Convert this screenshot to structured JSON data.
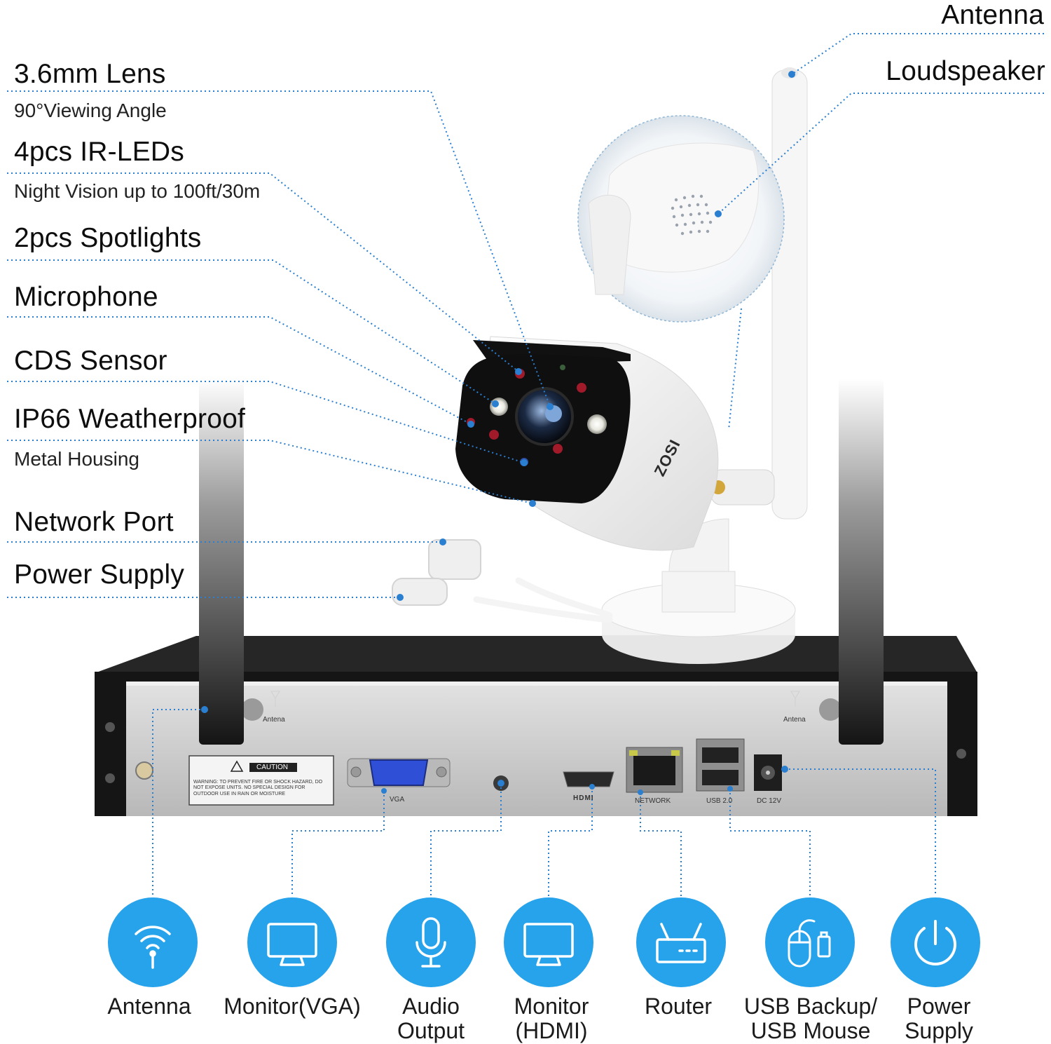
{
  "callouts_left": [
    {
      "title": "3.6mm Lens",
      "sub": "90°Viewing Angle"
    },
    {
      "title": "4pcs IR-LEDs",
      "sub": "Night Vision up to 100ft/30m"
    },
    {
      "title": "2pcs Spotlights",
      "sub": ""
    },
    {
      "title": "Microphone",
      "sub": ""
    },
    {
      "title": "CDS Sensor",
      "sub": ""
    },
    {
      "title": "IP66 Weatherproof",
      "sub": "Metal Housing"
    },
    {
      "title": "Network Port",
      "sub": ""
    },
    {
      "title": "Power Supply",
      "sub": ""
    }
  ],
  "callouts_right": [
    {
      "title": "Antenna"
    },
    {
      "title": "Loudspeaker"
    }
  ],
  "device": {
    "brand": "ZOSI",
    "antenna_mark_left": "Antena",
    "antenna_mark_right": "Antena",
    "caution_title": "CAUTION",
    "caution_text": "WARNING: TO PREVENT FIRE OR SHOCK HAZARD, DO NOT EXPOSE UNITS. NO SPECIAL DESIGN FOR OUTDOOR USE IN RAIN OR MOISTURE",
    "port_vga": "VGA",
    "port_hdmi": "HDMI",
    "port_network": "NETWORK",
    "port_usb": "USB 2.0",
    "port_dc": "DC 12V"
  },
  "ports": [
    {
      "label": "Antenna",
      "icon": "antenna-icon"
    },
    {
      "label": "Monitor(VGA)",
      "icon": "monitor-icon"
    },
    {
      "label": "Audio\nOutput",
      "icon": "microphone-icon"
    },
    {
      "label": "Monitor\n(HDMI)",
      "icon": "monitor-icon"
    },
    {
      "label": "Router",
      "icon": "router-icon"
    },
    {
      "label": "USB Backup/\nUSB Mouse",
      "icon": "usb-mouse-icon"
    },
    {
      "label": "Power\nSupply",
      "icon": "power-icon"
    }
  ],
  "colors": {
    "accent": "#27a3ec",
    "leader": "#2b7fd0",
    "nvr_body": "#1a1a1a",
    "panel": "#c9c9c9"
  }
}
